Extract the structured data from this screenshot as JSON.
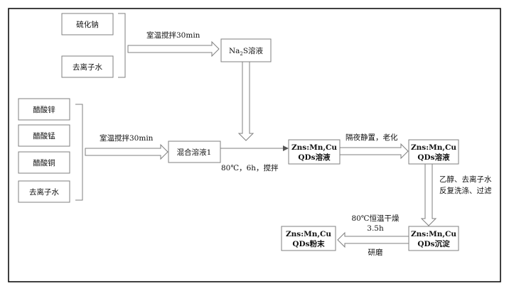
{
  "raw_sulfide": {
    "reagent": "硫化钠",
    "water": "去离子水"
  },
  "raw_metal": {
    "zinc": "醋酸锌",
    "manganese": "醋酸锰",
    "copper": "醋酸铜",
    "water": "去离子水"
  },
  "steps": {
    "stir_1": "室温搅拌30min",
    "stir_2": "室温搅拌30min",
    "na2s": {
      "prefix": "Na",
      "sub": "2",
      "suffix": "S溶液"
    },
    "mixed": "混合溶液1",
    "reaction": "80℃，6h，搅拌",
    "qds1": {
      "line1": "Zns:Mn,Cu",
      "line2": "QDs溶液"
    },
    "age": "隔夜静置，老化",
    "qds2": {
      "line1": "Zns:Mn,Cu",
      "line2": "QDs溶液"
    },
    "wash": {
      "line1": "乙醇、去离子水",
      "line2": "反复洗涤、过滤"
    },
    "precipitate": {
      "line1": "Zns:Mn,Cu",
      "line2": "QDs沉淀"
    },
    "dry": {
      "line1": "80℃恒温干燥",
      "line2": "3.5h"
    },
    "grind": "研磨",
    "powder": {
      "line1": "Zns:Mn,Cu",
      "line2": "QDs粉末"
    }
  }
}
